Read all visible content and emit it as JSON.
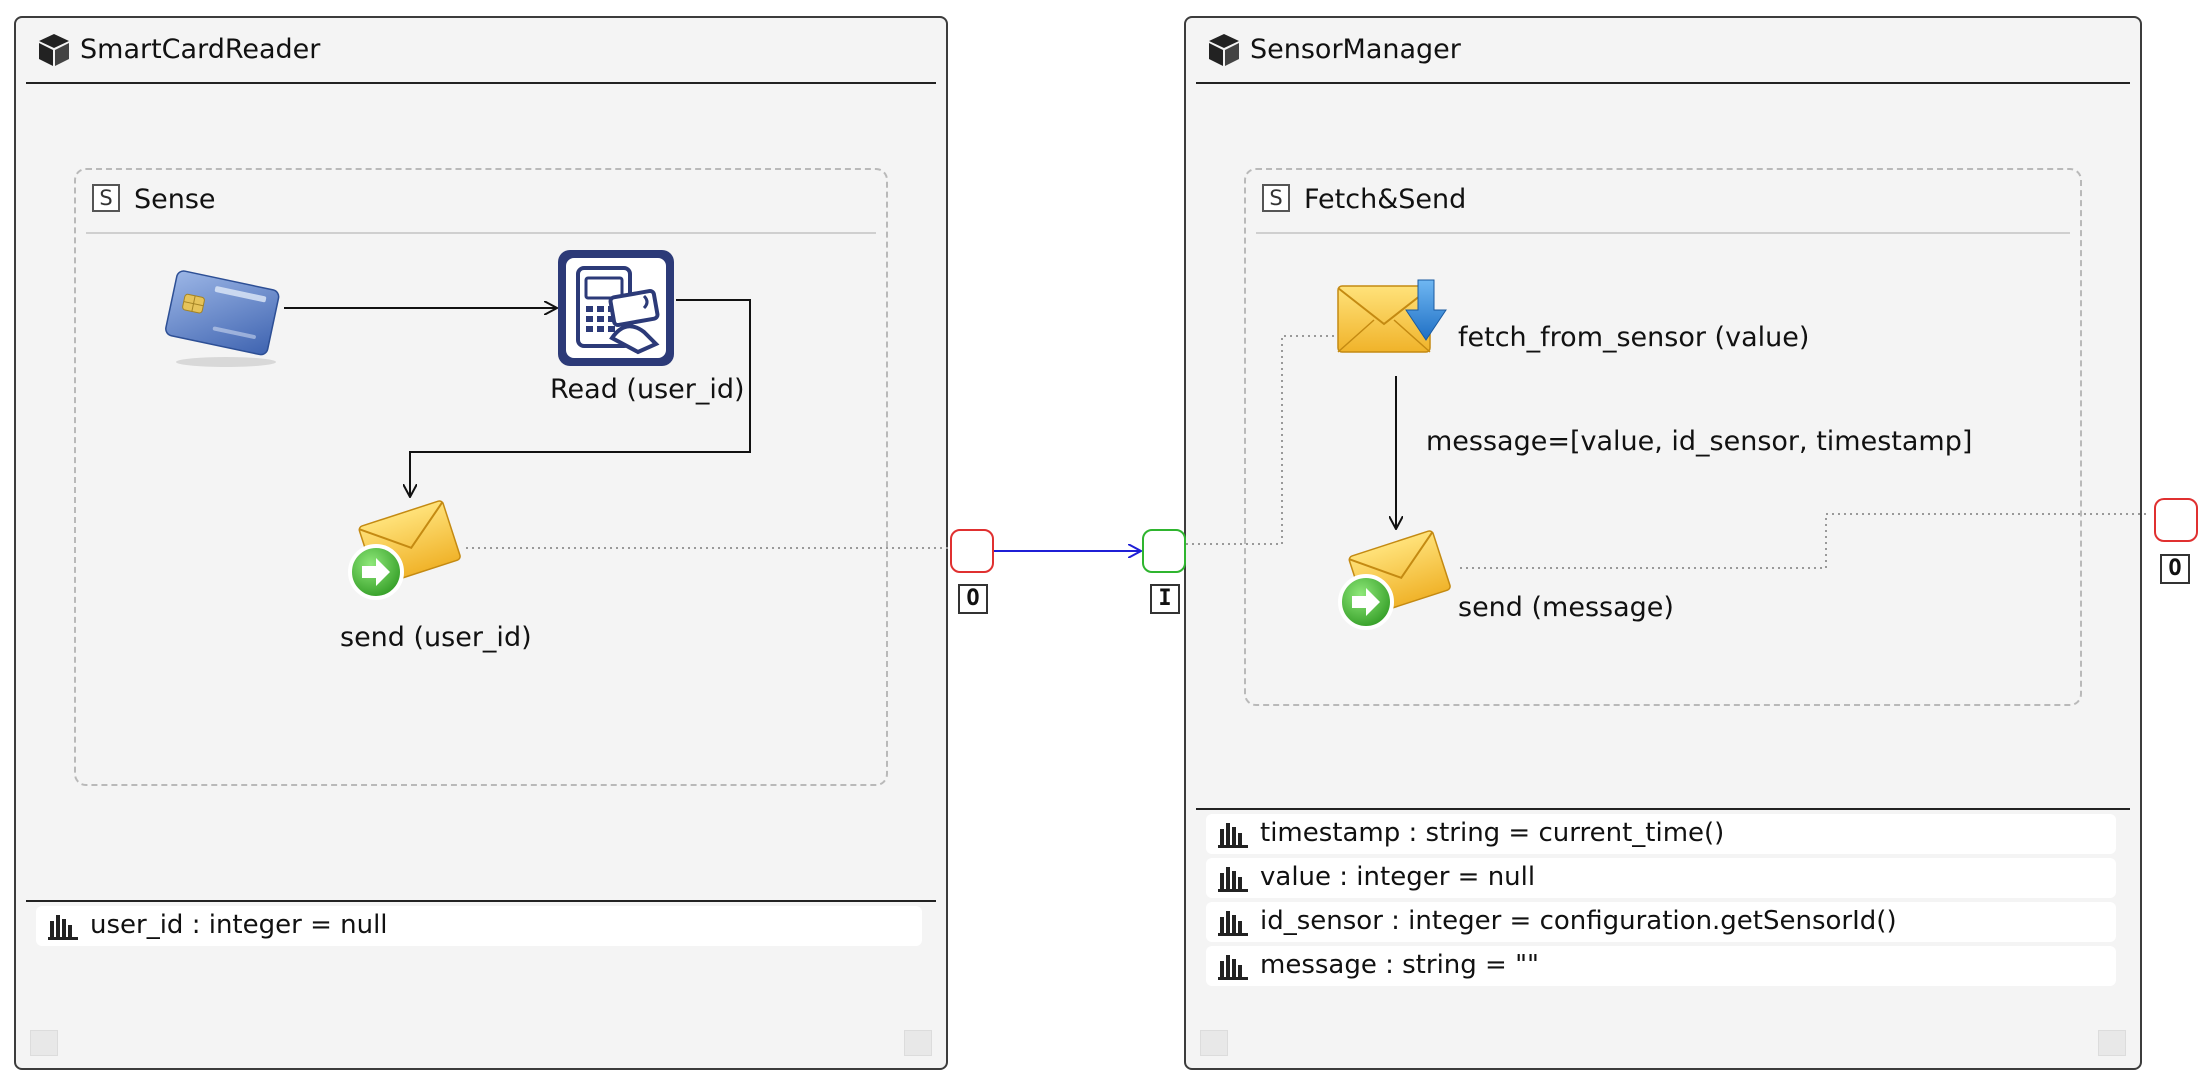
{
  "left_node": {
    "title": "SmartCardReader",
    "state_title": "Sense",
    "s_letter": "S",
    "read_label": "Read (user_id)",
    "send_label": "send  (user_id)",
    "attributes": [
      "user_id : integer = null"
    ],
    "port_tag": "O"
  },
  "right_node": {
    "title": "SensorManager",
    "state_title": "Fetch&Send",
    "s_letter": "S",
    "fetch_label": "fetch_from_sensor (value)",
    "message_label": "message=[value, id_sensor, timestamp]",
    "send_label": "send  (message)",
    "attributes": [
      "timestamp : string = current_time()",
      "value : integer = null",
      "id_sensor : integer = configuration.getSensorId()",
      "message : string = \"\""
    ],
    "in_port_tag": "I",
    "out_port_tag": "O"
  },
  "colors": {
    "connector": "#1f1fd6",
    "port_out": "#e03030",
    "port_in": "#2fb52f"
  },
  "icons": [
    "cube-icon",
    "smartcard-icon",
    "card-reader-icon",
    "send-envelope-icon",
    "fetch-envelope-icon",
    "attribute-icon"
  ]
}
